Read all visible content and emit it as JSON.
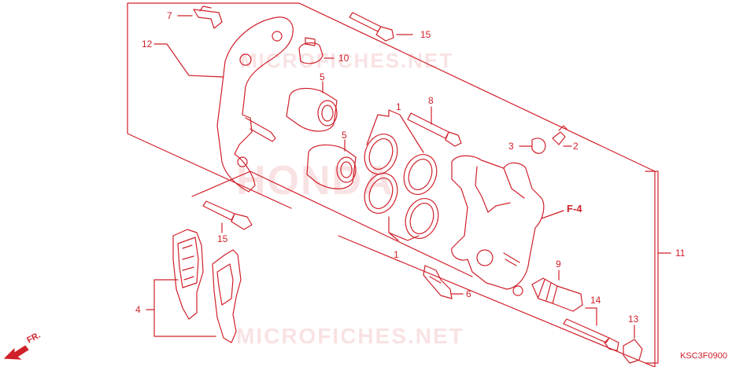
{
  "diagram": {
    "watermarks": [
      "MICROFICHES.NET",
      "HONDA",
      "MICROFICHES.NET"
    ],
    "labels": {
      "l1_top": "1",
      "l1_bottom": "1",
      "l2": "2",
      "l3": "3",
      "l4": "4",
      "l5_top": "5",
      "l5_bottom": "5",
      "l6": "6",
      "l7": "7",
      "l8": "8",
      "l9": "9",
      "l10": "10",
      "l11": "11",
      "l12": "12",
      "l13": "13",
      "l14": "14",
      "l15_top": "15",
      "l15_bottom": "15"
    },
    "reference": "F-4",
    "direction": "FR.",
    "drawing_code": "KSC3F0900",
    "colors": {
      "line": "#d0202a",
      "background": "#ffffff"
    }
  }
}
